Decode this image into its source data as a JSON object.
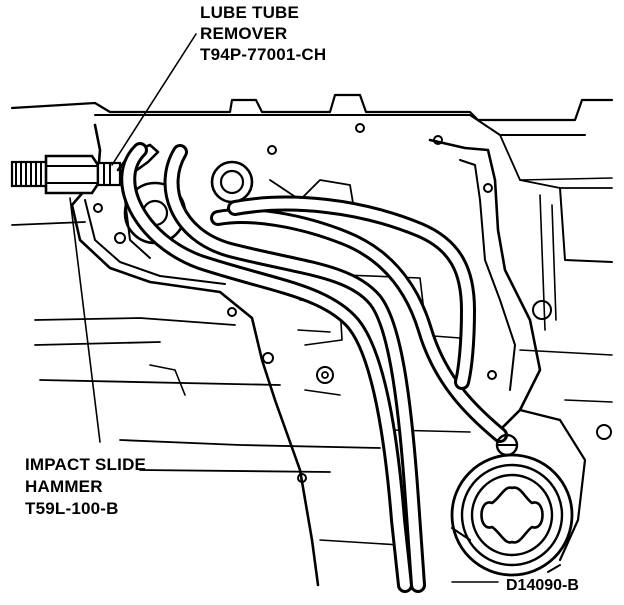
{
  "callouts": {
    "lube_tube_remover": {
      "line1": "LUBE TUBE",
      "line2": "REMOVER",
      "line3": "T94P-77001-CH"
    },
    "impact_slide_hammer": {
      "line1": "IMPACT SLIDE",
      "line2": "HAMMER",
      "line3": "T59L-100-B"
    }
  },
  "figure_code": "D14090-B",
  "icons": [
    "lube-tube-remover-tool",
    "impact-slide-hammer-tool",
    "lube-tubes",
    "transmission-case",
    "pump-gear"
  ]
}
